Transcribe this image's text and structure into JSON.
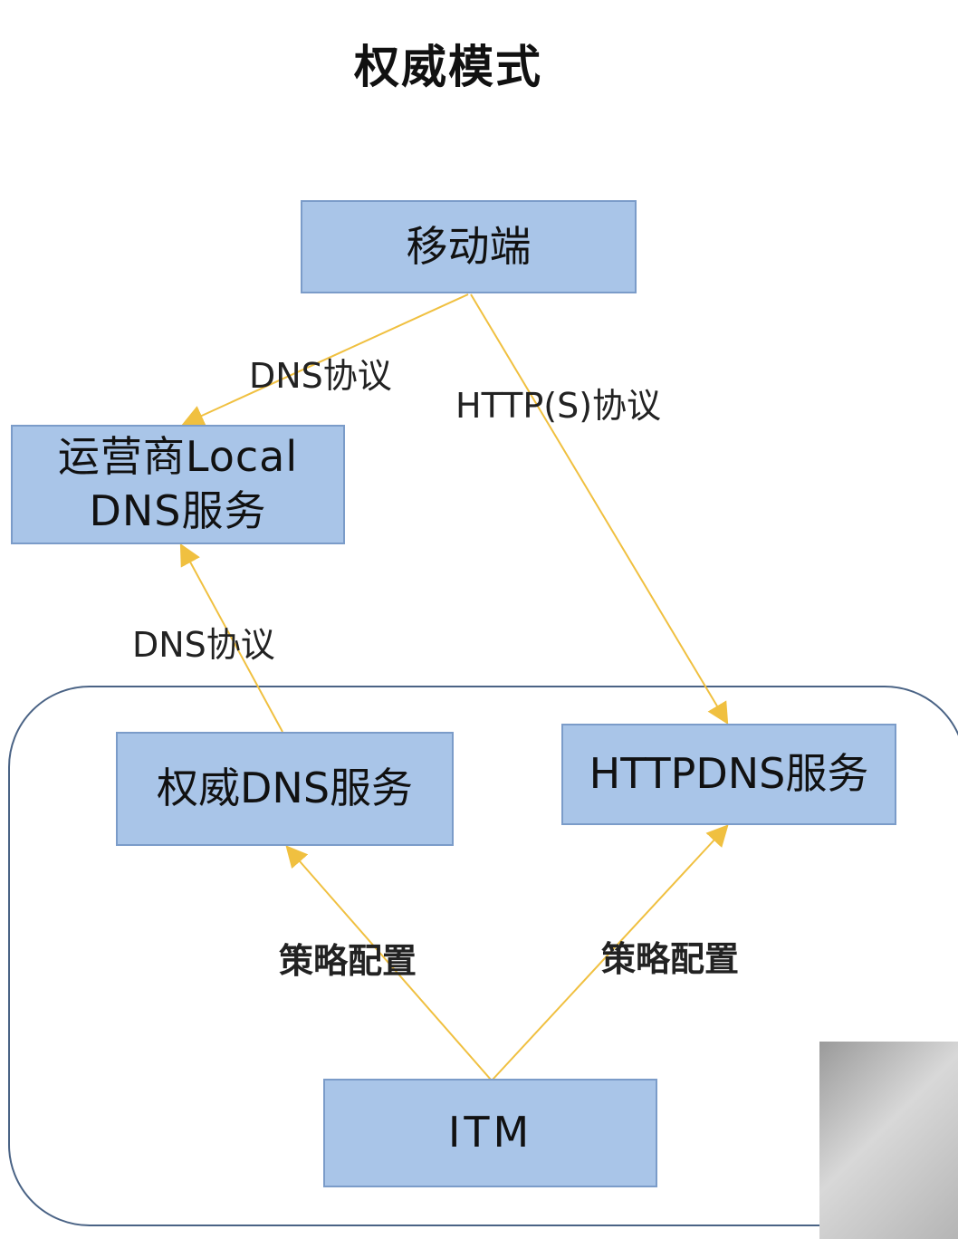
{
  "title": "权威模式",
  "nodes": {
    "mobile": "移动端",
    "local_dns": "运营商Local\nDNS服务",
    "auth_dns": "权威DNS服务",
    "httpdns": "HTTPDNS服务",
    "itm": "ITM"
  },
  "edges": {
    "mobile_to_local": "DNS协议",
    "mobile_to_httpdns": "HTTP(S)协议",
    "auth_to_local": "DNS协议",
    "itm_to_auth": "策略配置",
    "itm_to_httpdns": "策略配置"
  },
  "colors": {
    "node_fill": "#a9c5e8",
    "node_border": "#7b9cc9",
    "edge": "#f0c040",
    "container_border": "#4a6385"
  }
}
